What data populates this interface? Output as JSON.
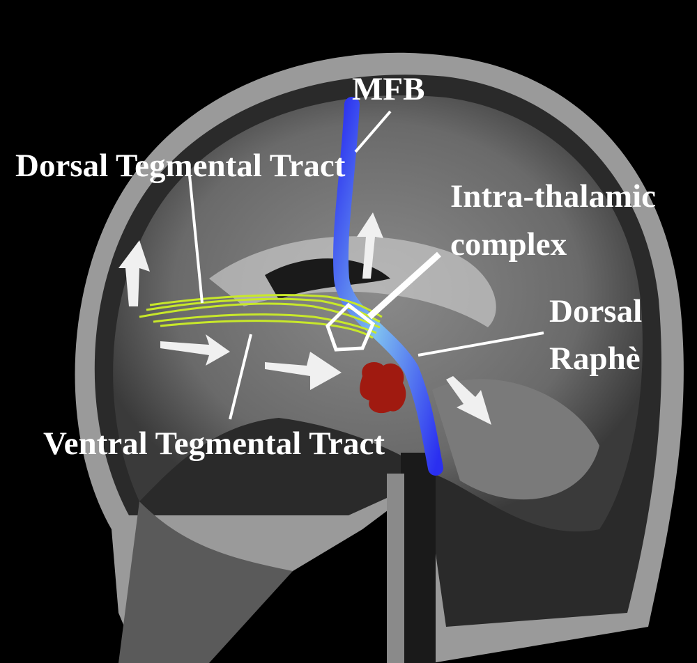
{
  "labels": {
    "mfb": "MFB",
    "dorsal_tegmental": "Dorsal Tegmental Tract",
    "intra_thalamic_1": "Intra-thalamic",
    "intra_thalamic_2": "complex",
    "dorsal_raphe_1": "Dorsal",
    "dorsal_raphe_2": "Raphè",
    "ventral_tegmental": "Ventral Tegmental Tract"
  },
  "colors": {
    "mfb_tract": "#2a2ff0",
    "tegmental_fibers": "#c8e82a",
    "raphe_nucleus": "#a01a10",
    "annotation": "#ffffff"
  }
}
